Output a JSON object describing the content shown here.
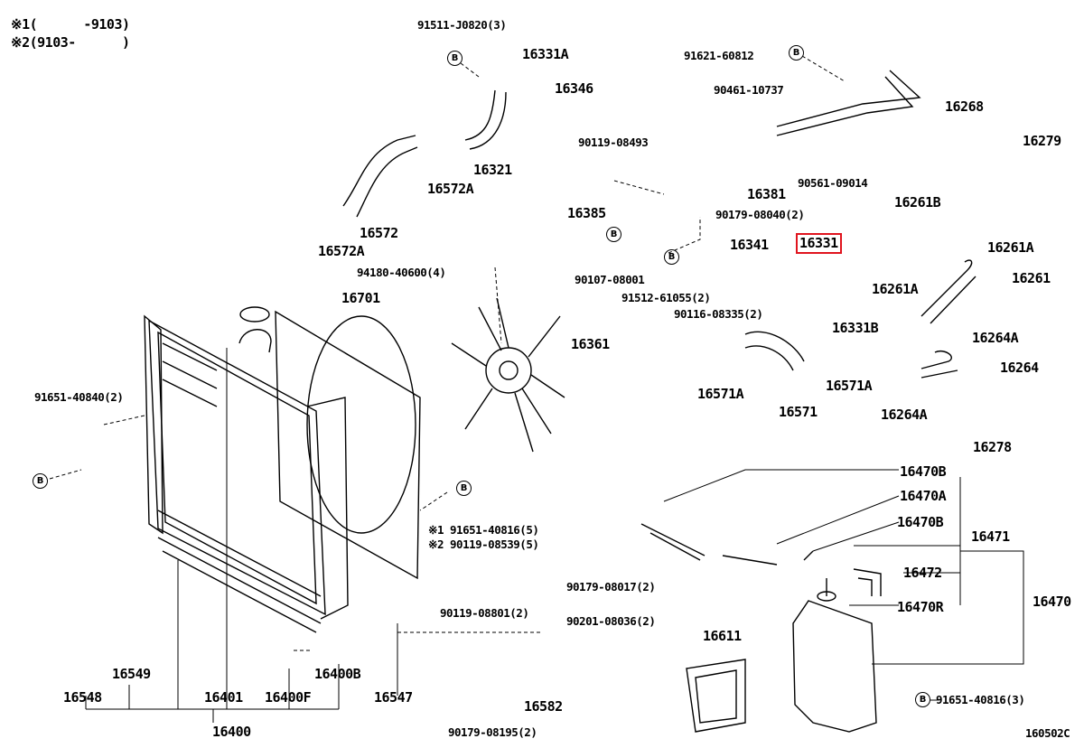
{
  "notes": [
    "※1(      -9103)",
    "※2(9103-      )"
  ],
  "marker_label": "B",
  "highlight_color": "#e0141e",
  "labels": [
    "91511-J0820(3)",
    "16331A",
    "16346",
    "16321",
    "16572A",
    "16572",
    "16572A",
    "94180-40600(4)",
    "16701",
    "16361",
    "91651-40840(2)",
    "91621-60812",
    "90461-10737",
    "16268",
    "16279",
    "90119-08493",
    "16381",
    "16385",
    "90561-09014",
    "16261B",
    "90179-08040(2)",
    "16341",
    "16331",
    "16261A",
    "90107-08001",
    "91512-61055(2)",
    "16261",
    "16261A",
    "90116-08335(2)",
    "16331B",
    "16264A",
    "16264",
    "16571A",
    "16571A",
    "16571",
    "16264A",
    "16278",
    "16470B",
    "16470A",
    "※1 91651-40816(5)",
    "※2 90119-08539(5)",
    "16470B",
    "16471",
    "16472",
    "16470",
    "16470R",
    "90179-08017(2)",
    "90119-08801(2)",
    "90201-08036(2)",
    "16611",
    "16549",
    "16400B",
    "16548",
    "16401",
    "16400F",
    "16547",
    "16582",
    "16400",
    "91651-40816(3)",
    "90179-08195(2)",
    "160502C"
  ],
  "highlighted_part": "16331"
}
